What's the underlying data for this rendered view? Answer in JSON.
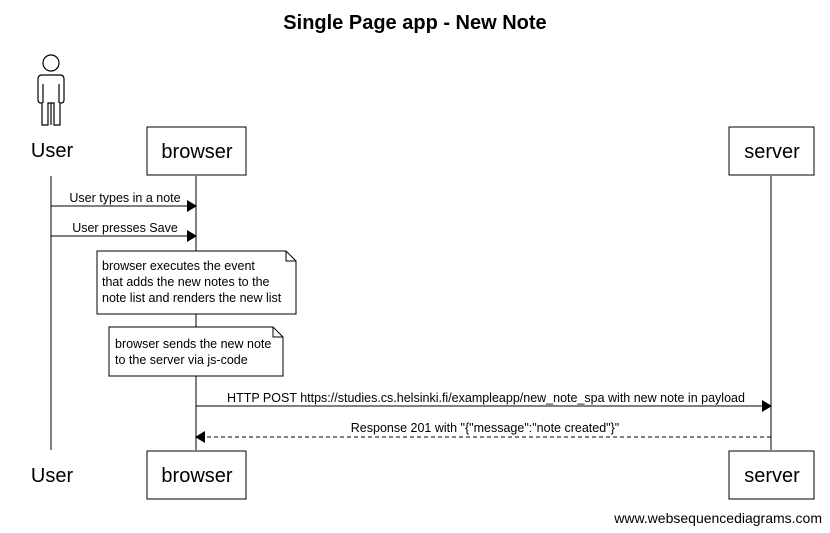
{
  "title": "Single Page app - New Note",
  "participants": {
    "user": "User",
    "browser": "browser",
    "server": "server"
  },
  "messages": [
    {
      "from": "user",
      "to": "browser",
      "text": "User types in a note",
      "style": "solid"
    },
    {
      "from": "user",
      "to": "browser",
      "text": "User presses Save",
      "style": "solid"
    },
    {
      "from": "browser",
      "to": "server",
      "text": "HTTP POST https://studies.cs.helsinki.fi/exampleapp/new_note_spa with new note in payload",
      "style": "solid"
    },
    {
      "from": "server",
      "to": "browser",
      "text": "Response 201 with \"{\"message\":\"note created\"}\"",
      "style": "dashed"
    }
  ],
  "notes": [
    {
      "lines": [
        "browser executes the event",
        "that adds the new notes to the",
        "note list and renders the new list"
      ]
    },
    {
      "lines": [
        "browser sends the new note",
        "to the server via js-code"
      ]
    }
  ],
  "footer": "www.websequencediagrams.com"
}
